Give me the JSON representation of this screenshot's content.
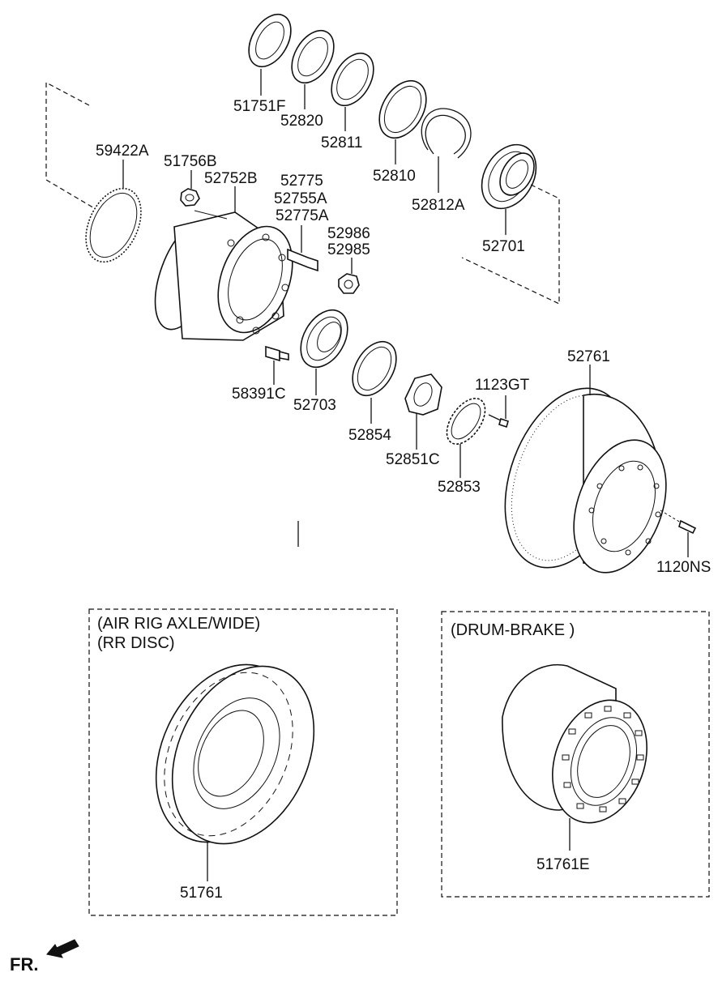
{
  "parts": {
    "p51751F": "51751F",
    "p52820": "52820",
    "p52811": "52811",
    "p52810": "52810",
    "p52812A": "52812A",
    "p52701": "52701",
    "p59422A": "59422A",
    "p51756B": "51756B",
    "p52752B": "52752B",
    "p52775": "52775",
    "p52755A": "52755A",
    "p52775A": "52775A",
    "p52986": "52986",
    "p52985": "52985",
    "p58391C": "58391C",
    "p52703": "52703",
    "p52854": "52854",
    "p52851C": "52851C",
    "p1123GT": "1123GT",
    "p52853": "52853",
    "p52761": "52761",
    "p1120NS": "1120NS",
    "p51761": "51761",
    "p51761E": "51761E"
  },
  "boxes": {
    "air_line1": "(AIR RIG AXLE/WIDE)",
    "air_line2": "(RR DISC)",
    "drum": "(DRUM-BRAKE )"
  },
  "direction": {
    "label": "FR.",
    "icon": "arrow-left-icon"
  }
}
